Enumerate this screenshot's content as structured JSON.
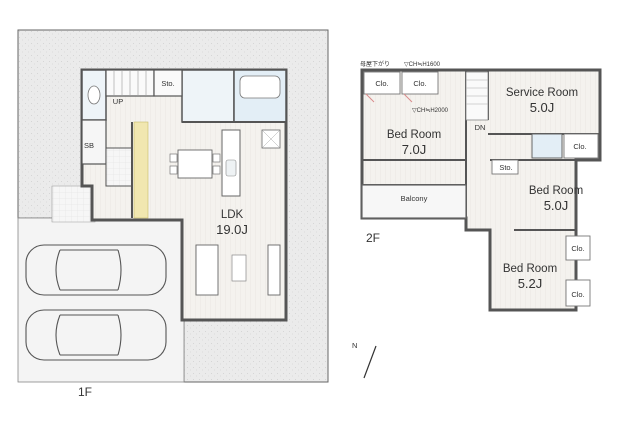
{
  "floors": {
    "first": {
      "label": "1F",
      "rooms": {
        "ldk_name": "LDK",
        "ldk_size": "19.0J",
        "storage": "Sto.",
        "stairs_up": "UP",
        "shoe_box": "SB"
      }
    },
    "second": {
      "label": "2F",
      "ceiling_note_slope": "母屋下がり",
      "ceiling_note_h1600": "▽CH≒H1600",
      "ceiling_note_h2000": "▽CH≒H2000",
      "rooms": {
        "bedroom1_name": "Bed Room",
        "bedroom1_size": "7.0J",
        "service_name": "Service Room",
        "service_size": "5.0J",
        "bedroom2_name": "Bed Room",
        "bedroom2_size": "5.0J",
        "bedroom3_name": "Bed Room",
        "bedroom3_size": "5.2J",
        "balcony": "Balcony",
        "dn": "DN",
        "closet": "Clo.",
        "storage": "Sto."
      }
    }
  },
  "compass": {
    "label": "N"
  },
  "colors": {
    "wall": "#555555",
    "lot": "#e9e9e9",
    "floor_wood": "#f3f1ec",
    "accent_floor": "#f1e7b0",
    "wet_area": "#dce9f2",
    "closet_mark": "#d98c8c"
  }
}
